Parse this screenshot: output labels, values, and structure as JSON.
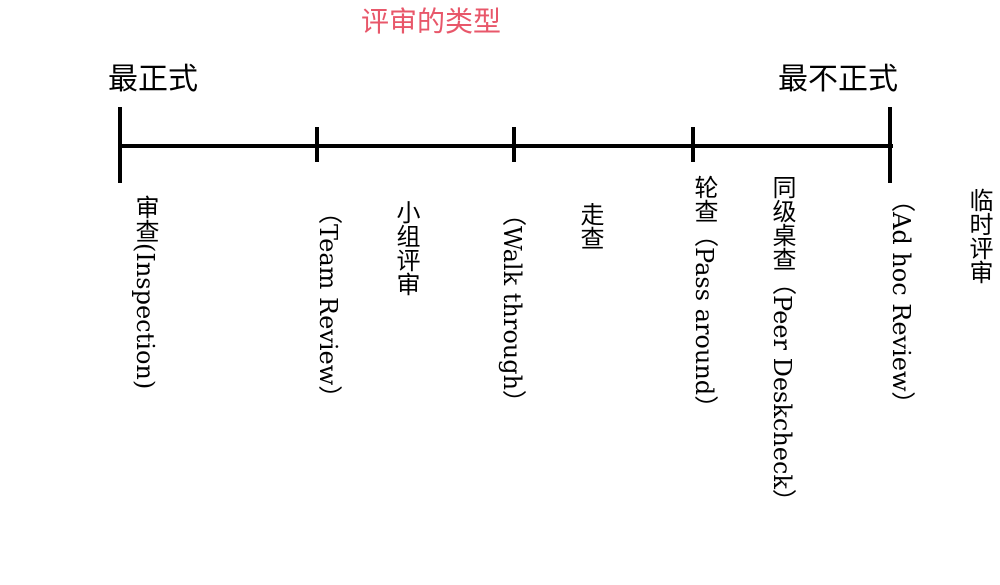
{
  "title": "评审的类型",
  "scale": {
    "left_label": "最正式",
    "right_label": "最不正式"
  },
  "review_types": [
    {
      "lines": [
        "审查(Inspection)"
      ]
    },
    {
      "lines": [
        "小组评审",
        "（Team Review）"
      ]
    },
    {
      "lines": [
        "走查",
        "（Walk through）"
      ]
    },
    {
      "lines": [
        "同级桌查（Peer Deskcheck）",
        "轮查（Pass around）"
      ]
    },
    {
      "lines": [
        "临时评审",
        "（Ad hoc Review）"
      ]
    }
  ]
}
